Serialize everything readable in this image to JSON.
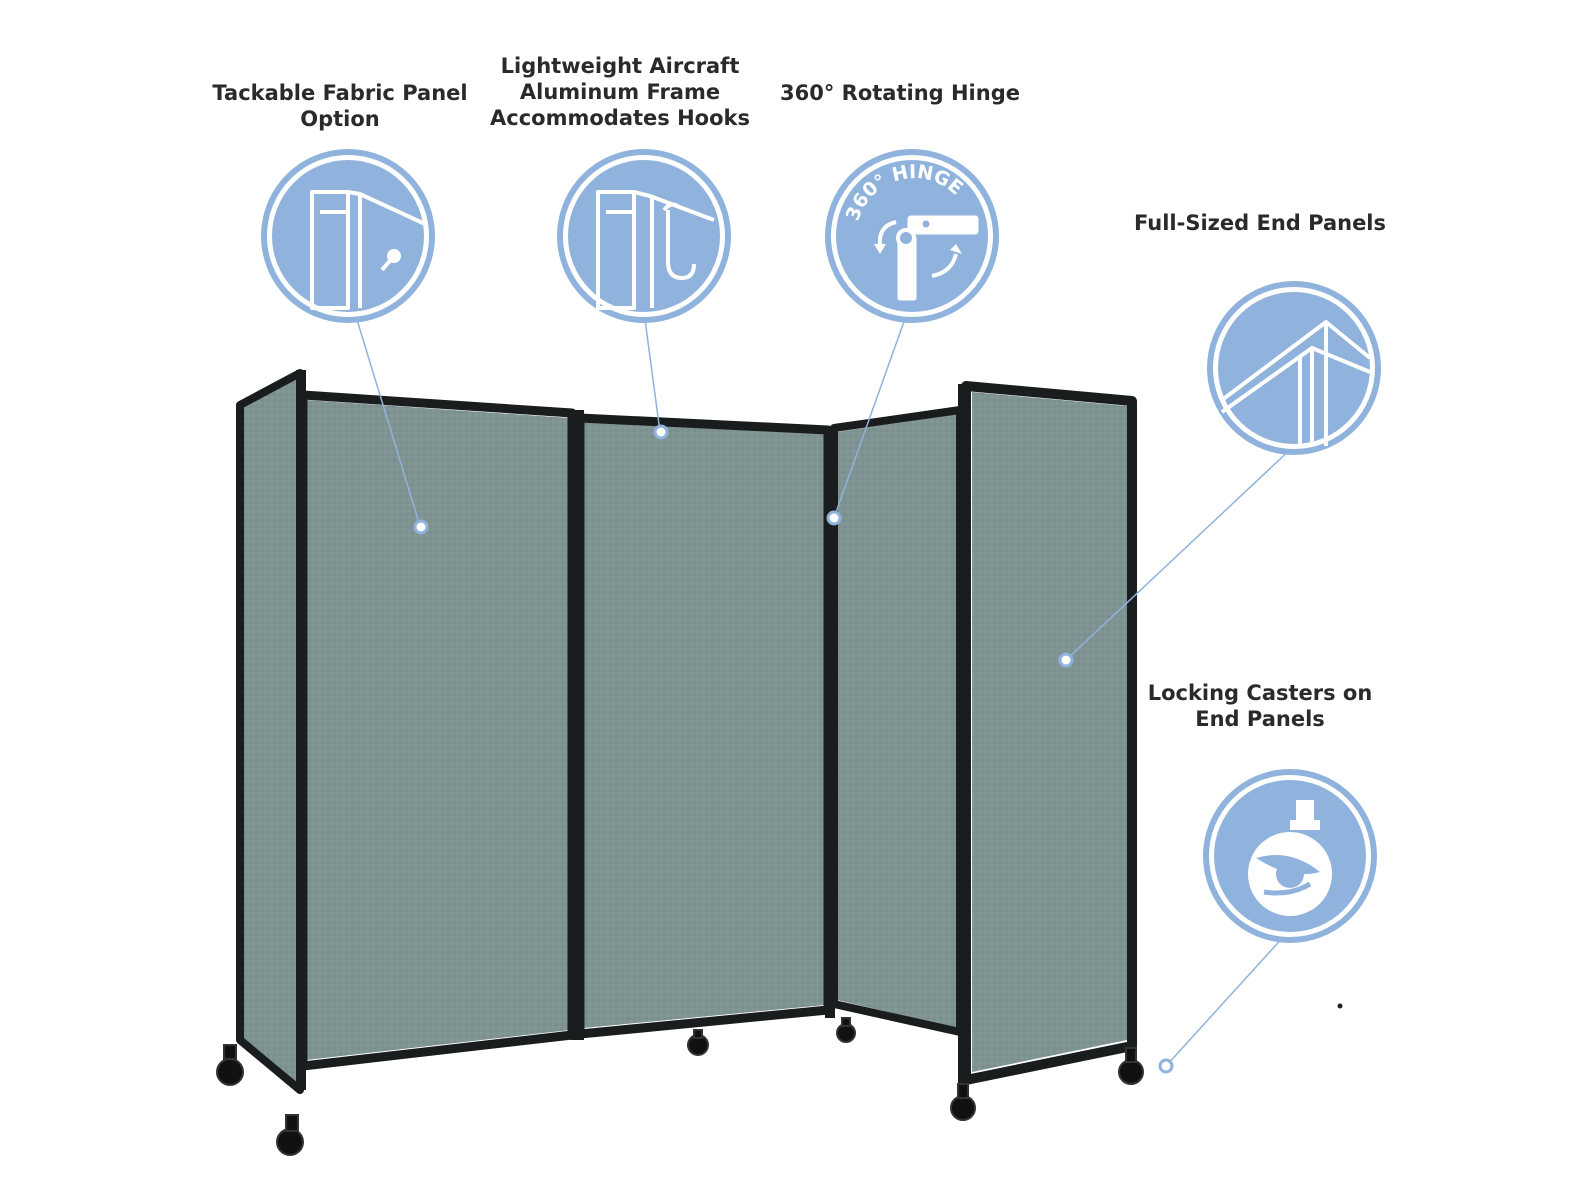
{
  "features": [
    {
      "id": "fabric",
      "label": "Tackable Fabric Panel\nOption",
      "icon": "pushpin-fabric-icon"
    },
    {
      "id": "frame",
      "label": "Lightweight Aircraft\nAluminum Frame\nAccommodates Hooks",
      "icon": "frame-hook-icon"
    },
    {
      "id": "hinge",
      "label": "360° Rotating Hinge",
      "icon": "rotating-hinge-icon",
      "icon_text": "360° HINGE"
    },
    {
      "id": "endpanel",
      "label": "Full-Sized End Panels",
      "icon": "end-panel-corner-icon"
    },
    {
      "id": "casters",
      "label": "Locking Casters on\nEnd Panels",
      "icon": "locking-caster-icon"
    }
  ],
  "colors": {
    "icon_fill": "#8fb3dc",
    "icon_ring": "#8fb3dc",
    "leader_line": "#8fb3dc",
    "fabric": "#7f9393",
    "frame": "#1a1d1d",
    "label_text": "#2a2a2a"
  }
}
